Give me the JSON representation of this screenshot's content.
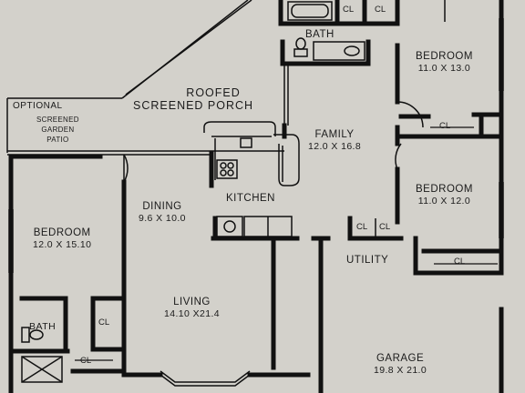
{
  "rooms": {
    "bath_top": {
      "name": "BATH"
    },
    "bedroom_top_right": {
      "name": "BEDROOM",
      "dims": "11.0 X 13.0"
    },
    "porch": {
      "line1": "ROOFED",
      "line2": "SCREENED PORCH"
    },
    "optional": {
      "name": "OPTIONAL",
      "line1": "SCREENED",
      "line2": "GARDEN",
      "line3": "PATIO"
    },
    "family": {
      "name": "FAMILY",
      "dims": "12.0 X 16.8"
    },
    "kitchen": {
      "name": "KITCHEN"
    },
    "bedroom_mid_right": {
      "name": "BEDROOM",
      "dims": "11.0 X 12.0"
    },
    "dining": {
      "name": "DINING",
      "dims": "9.6 X 10.0"
    },
    "bedroom_left": {
      "name": "BEDROOM",
      "dims": "12.0 X 15.10"
    },
    "utility": {
      "name": "UTILITY"
    },
    "living": {
      "name": "LIVING",
      "dims": "14.10 X21.4"
    },
    "bath_left": {
      "name": "BATH"
    },
    "garage": {
      "name": "GARAGE",
      "dims": "19.8 X 21.0"
    }
  },
  "closets": {
    "label": "CL"
  },
  "colors": {
    "paper": "#d3d1cb",
    "wall": "#111111"
  }
}
